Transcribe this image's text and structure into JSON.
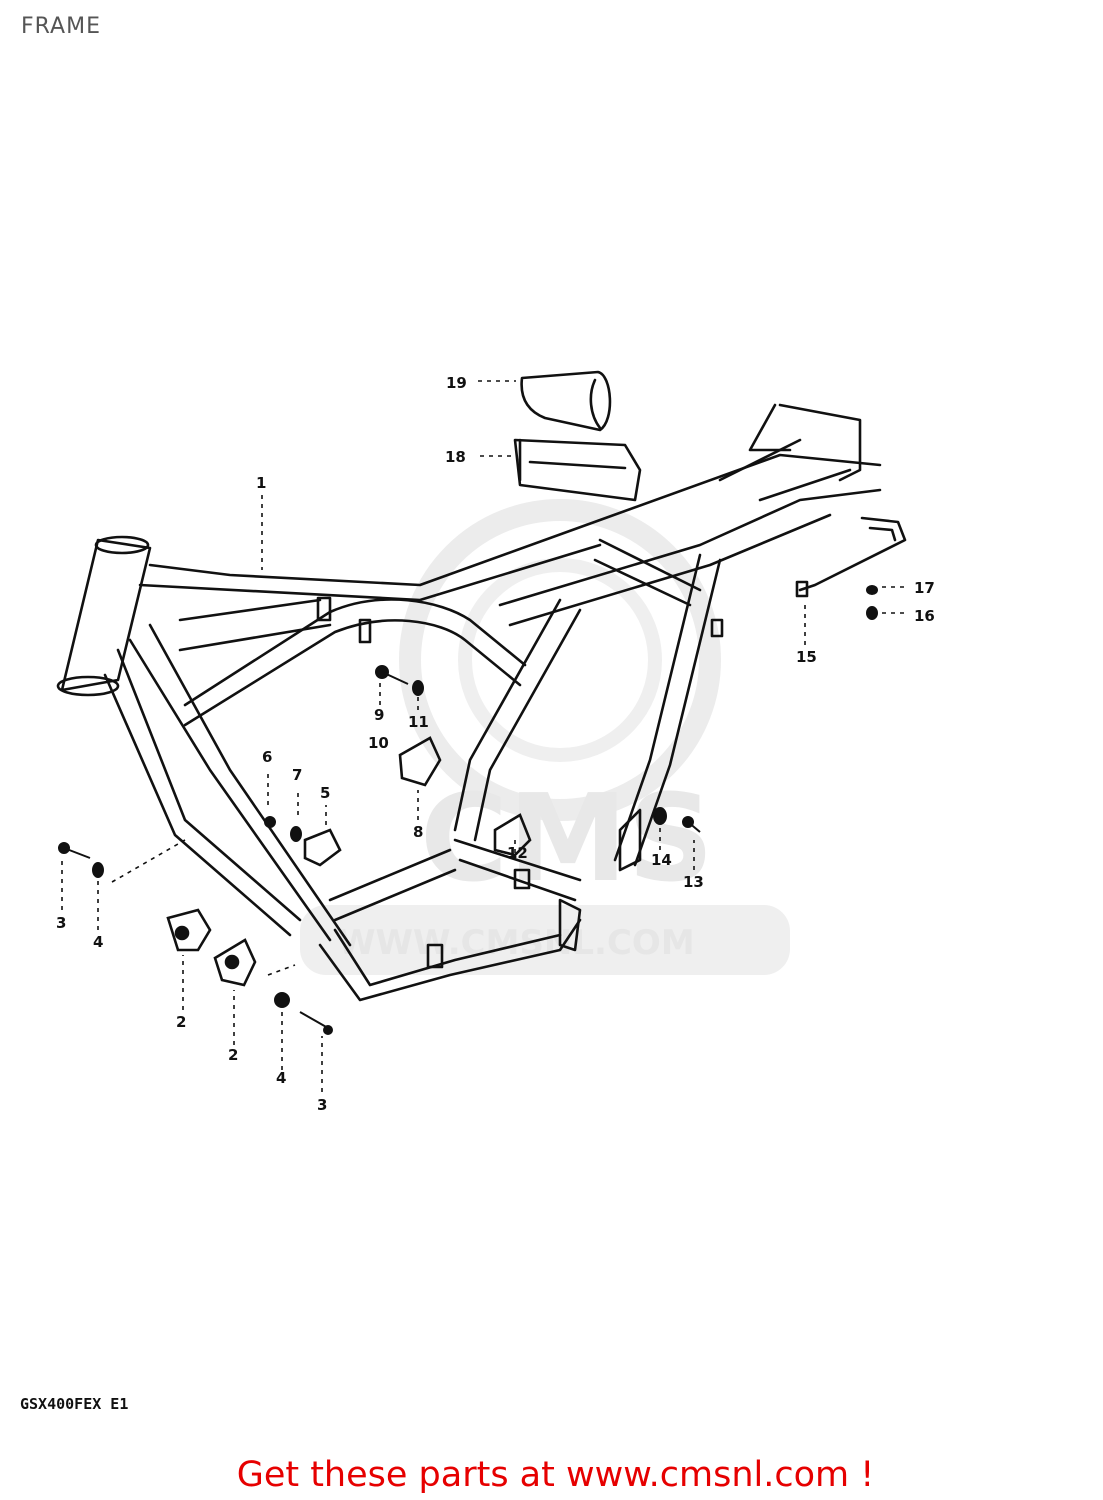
{
  "page": {
    "title": "FRAME",
    "model_code": "GSX400FEX E1",
    "promo_text": "Get these parts at www.cmsnl.com !",
    "watermark_text": "WWW.CMSNL.COM",
    "watermark_logo_text": "CMS"
  },
  "callouts": [
    {
      "id": "c1",
      "label": "1"
    },
    {
      "id": "c2a",
      "label": "2"
    },
    {
      "id": "c2b",
      "label": "2"
    },
    {
      "id": "c3a",
      "label": "3"
    },
    {
      "id": "c3b",
      "label": "3"
    },
    {
      "id": "c4a",
      "label": "4"
    },
    {
      "id": "c4b",
      "label": "4"
    },
    {
      "id": "c5",
      "label": "5"
    },
    {
      "id": "c6",
      "label": "6"
    },
    {
      "id": "c7",
      "label": "7"
    },
    {
      "id": "c8",
      "label": "8"
    },
    {
      "id": "c9",
      "label": "9"
    },
    {
      "id": "c10",
      "label": "10"
    },
    {
      "id": "c11",
      "label": "11"
    },
    {
      "id": "c12",
      "label": "12"
    },
    {
      "id": "c13",
      "label": "13"
    },
    {
      "id": "c14",
      "label": "14"
    },
    {
      "id": "c15",
      "label": "15"
    },
    {
      "id": "c16",
      "label": "16"
    },
    {
      "id": "c17",
      "label": "17"
    },
    {
      "id": "c18",
      "label": "18"
    },
    {
      "id": "c19",
      "label": "19"
    }
  ],
  "colors": {
    "promo": "#e60000",
    "line": "#111111",
    "watermark": "#e6e6e6"
  }
}
